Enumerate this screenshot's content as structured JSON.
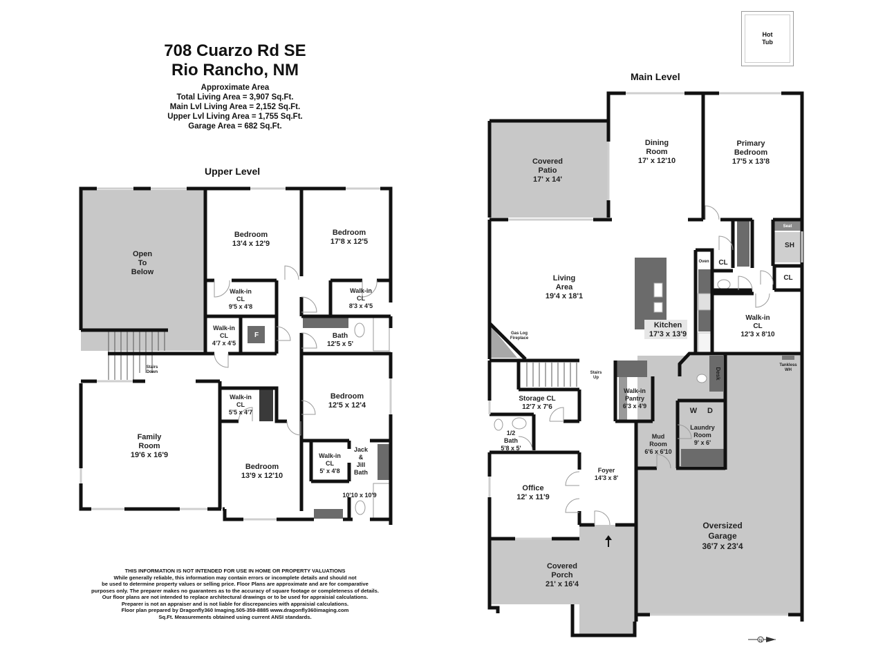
{
  "header": {
    "address_line1": "708 Cuarzo Rd SE",
    "address_line2": "Rio Rancho, NM"
  },
  "area_summary": {
    "heading": "Approximate Area",
    "total": "Total Living Area = 3,907 Sq.Ft.",
    "main": "Main Lvl Living Area = 2,152 Sq.Ft.",
    "upper": "Upper Lvl Living Area = 1,755 Sq.Ft.",
    "garage": "Garage Area = 682 Sq.Ft."
  },
  "disclaimer": {
    "line1": "THIS INFORMATION IS NOT INTENDED FOR USE IN HOME OR PROPERTY VALUATIONS",
    "line2": "While generally reliable, this information may contain errors or incomplete details and should not",
    "line3": "be used to determine property values or selling price. Floor Plans are approximate and are for comparative",
    "line4": "purposes only. The preparer makes no guarantees as to the accuracy of square footage or completeness of details.",
    "line5": "Our floor plans are not intended to replace architectural drawings or to be used for appraisial calculations.",
    "line6": "Preparer is not an appraiser and is not liable for discrepancies with appraisial calculations.",
    "line7": "Floor plan prepared by Dragonfly360 Imaging.505-359-8885  www.dragonfly360imaging.com",
    "line8": "Sq.Ft. Measurements obtained using current ANSI standards."
  },
  "upper_level": {
    "title": "Upper Level",
    "rooms": {
      "open_to_below": {
        "name1": "Open",
        "name2": "To",
        "name3": "Below"
      },
      "bedroom_a": {
        "name": "Bedroom",
        "dims": "13'4 x 12'9"
      },
      "bedroom_b": {
        "name": "Bedroom",
        "dims": "17'8 x 12'5"
      },
      "walkin_a": {
        "name1": "Walk-in",
        "name2": "CL",
        "dims": "9'5 x 4'8"
      },
      "walkin_b": {
        "name1": "Walk-in",
        "name2": "CL",
        "dims": "8'3 x 4'5"
      },
      "walkin_c": {
        "name1": "Walk-in",
        "name2": "CL",
        "dims": "4'7 x 4'5"
      },
      "furnace": {
        "name": "F"
      },
      "bath": {
        "name": "Bath",
        "dims": "12'5 x 5'"
      },
      "stairs": {
        "name1": "Stairs",
        "name2": "Down"
      },
      "walkin_d": {
        "name1": "Walk-in",
        "name2": "CL",
        "dims": "5'5 x 4'7"
      },
      "bedroom_c": {
        "name": "Bedroom",
        "dims": "12'5 x 12'4"
      },
      "family_room": {
        "name1": "Family",
        "name2": "Room",
        "dims": "19'6 x 16'9"
      },
      "bedroom_d": {
        "name": "Bedroom",
        "dims": "13'9 x 12'10"
      },
      "walkin_e": {
        "name1": "Walk-in",
        "name2": "CL",
        "dims": "5' x 4'8"
      },
      "jack_jill": {
        "name1": "Jack",
        "name2": "&",
        "name3": "Jill",
        "name4": "Bath",
        "dims": "10'10 x 10'9"
      }
    }
  },
  "main_level": {
    "title": "Main Level",
    "hot_tub": {
      "name1": "Hot",
      "name2": "Tub"
    },
    "rooms": {
      "covered_patio": {
        "name1": "Covered",
        "name2": "Patio",
        "dims": "17' x 14'"
      },
      "dining": {
        "name1": "Dining",
        "name2": "Room",
        "dims": "17' x 12'10"
      },
      "primary_bedroom": {
        "name1": "Primary",
        "name2": "Bedroom",
        "dims": "17'5 x 13'8"
      },
      "seat": {
        "name": "Seat"
      },
      "shower": {
        "name": "SH"
      },
      "oven": {
        "name": "Oven"
      },
      "cl_a": {
        "name": "CL"
      },
      "cl_b": {
        "name": "CL"
      },
      "living": {
        "name1": "Living",
        "name2": "Area",
        "dims": "19'4 x 18'1"
      },
      "kitchen": {
        "name": "Kitchen",
        "dims": "17'3 x 13'9"
      },
      "walkin_primary": {
        "name1": "Walk-in",
        "name2": "CL",
        "dims": "12'3 x 8'10"
      },
      "fireplace": {
        "name1": "Gas Log",
        "name2": "Fireplace"
      },
      "tankless": {
        "name1": "Tankless",
        "name2": "WH"
      },
      "stairs": {
        "name1": "Stairs",
        "name2": "Up"
      },
      "storage": {
        "name": "Storage CL",
        "dims": "12'7 x 7'6"
      },
      "pantry": {
        "name1": "Walk-in",
        "name2": "Pantry",
        "dims": "6'3 x 4'9"
      },
      "desk": {
        "name": "Desk"
      },
      "washer_dryer": {
        "w": "W",
        "d": "D"
      },
      "laundry": {
        "name1": "Laundry",
        "name2": "Room",
        "dims": "9' x 6'"
      },
      "half_bath": {
        "name1": "1/2",
        "name2": "Bath",
        "dims": "5'8 x 5'"
      },
      "mud_room": {
        "name1": "Mud",
        "name2": "Room",
        "dims": "6'6 x 6'10"
      },
      "foyer": {
        "name": "Foyer",
        "dims": "14'3 x 8'"
      },
      "office": {
        "name": "Office",
        "dims": "12' x 11'9"
      },
      "garage": {
        "name1": "Oversized",
        "name2": "Garage",
        "dims": "36'7 x 23'4"
      },
      "porch": {
        "name1": "Covered",
        "name2": "Porch",
        "dims": "21' x 16'4"
      },
      "compass": {
        "label": "N"
      }
    }
  },
  "colors": {
    "wall": "#111111",
    "shaded_area": "#c8c8c8",
    "fixture": "#6b6b6b",
    "window": "#cfcfcf",
    "door_arc": "#9a9a9a"
  }
}
